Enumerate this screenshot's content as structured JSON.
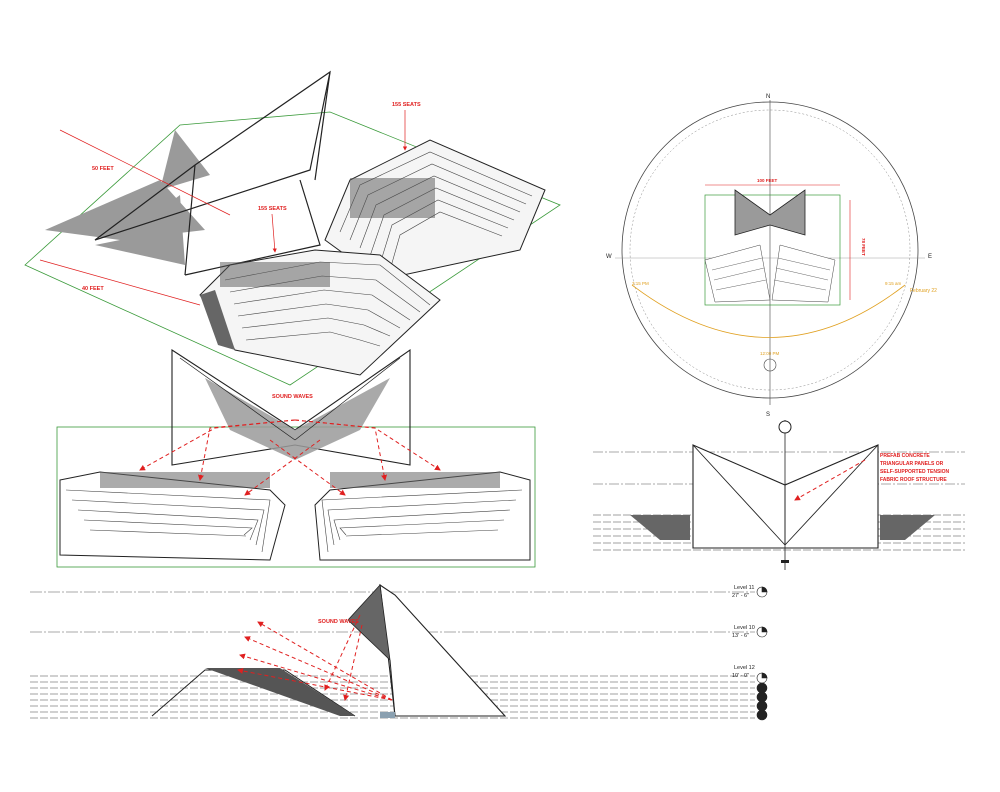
{
  "labels": {
    "seats_upper": "155 SEATS",
    "seats_lower": "155 SEATS",
    "width_50": "50 FEET",
    "width_40": "40 FEET",
    "sound_waves_plan": "SOUND WAVES",
    "sound_waves_section": "SOUND WAVES",
    "roof_note_line1": "PREFAB CONCRETE",
    "roof_note_line2": "TRIANGULAR PANELS OR",
    "roof_note_line3": "SELF-SUPPORTED TENSION",
    "roof_note_line4": "FABRIC ROOF STRUCTURE"
  },
  "site_plan": {
    "north": "N",
    "south": "S",
    "east": "E",
    "west": "W",
    "dim_horizontal": "100 FEET",
    "dim_vertical": "78 FEET",
    "time_left": "3:15 PM",
    "time_right": "9:15 am",
    "time_noon": "12:00 PM",
    "date": "February 22"
  },
  "levels": [
    {
      "name": "Level 11",
      "height": "27' - 6\""
    },
    {
      "name": "Level 10",
      "height": "13' - 6\""
    },
    {
      "name": "Level 12",
      "height": "10' - 0\""
    }
  ],
  "colors": {
    "annotation": "#e02020",
    "ground": "#3a9a3a",
    "shade": "#9a9a9a",
    "sun_path": "#e0a020"
  }
}
